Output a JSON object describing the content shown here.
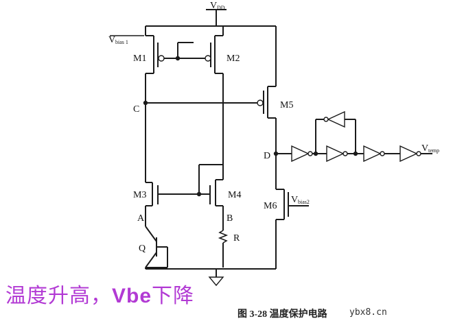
{
  "labels": {
    "vdd": "V",
    "vdd_sub": "DD",
    "vbias1": "V",
    "vbias1_sub": "bias 1",
    "vbias2": "V",
    "vbias2_sub": "bias2",
    "vtemp": "V",
    "vtemp_sub": "temp",
    "m1": "M1",
    "m2": "M2",
    "m3": "M3",
    "m4": "M4",
    "m5": "M5",
    "m6": "M6",
    "node_a": "A",
    "node_b": "B",
    "node_c": "C",
    "node_d": "D",
    "q": "Q",
    "r": "R"
  },
  "note": {
    "chinese_prefix": "温度升高，",
    "vbe": "Vbe",
    "chinese_suffix": "下降"
  },
  "caption": "图 3-28 温度保护电路",
  "watermark": "ybx8.cn",
  "colors": {
    "line": "#1a1a1a",
    "note_text": "#b23ad4",
    "background": "#ffffff"
  }
}
